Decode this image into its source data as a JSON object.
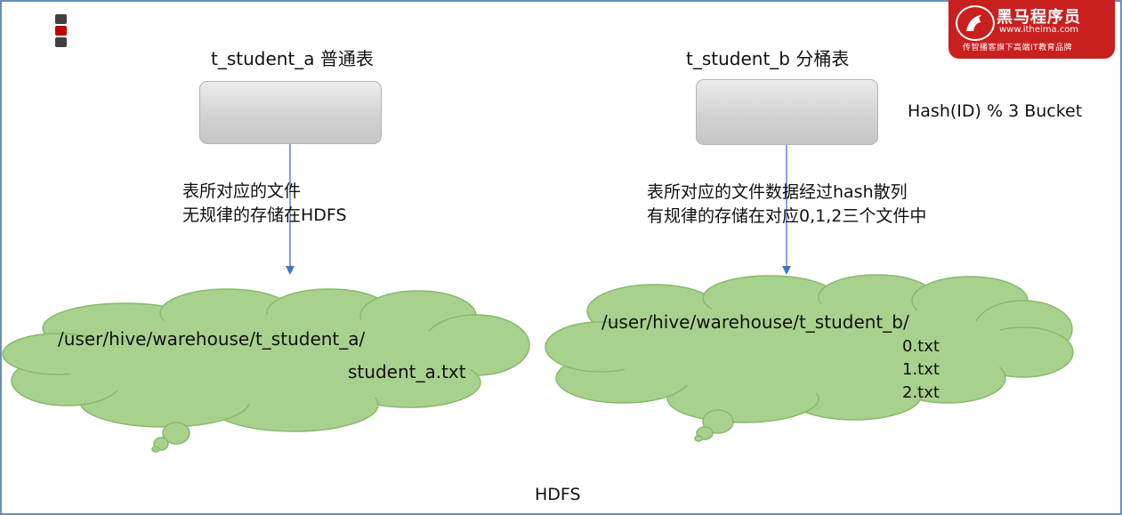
{
  "colors": {
    "cloud_fill": "#a9d18e",
    "cloud_stroke": "#86b96b",
    "arrow": "#4472c4",
    "logo_bg": "#c8201e",
    "border": "#6a8fb8"
  },
  "left": {
    "title": "t_student_a 普通表",
    "note_line1": "表所对应的文件",
    "note_line2": "无规律的存储在HDFS",
    "cloud_path": "/user/hive/warehouse/t_student_a/",
    "files": [
      "student_a.txt"
    ]
  },
  "right": {
    "title": "t_student_b 分桶表",
    "hash_label": "Hash(ID)  % 3 Bucket",
    "note_line1": "表所对应的文件数据经过hash散列",
    "note_line2": "有规律的存储在对应0,1,2三个文件中",
    "cloud_path": "/user/hive/warehouse/t_student_b/",
    "files": [
      "0.txt",
      "1.txt",
      "2.txt"
    ]
  },
  "footer": "HDFS",
  "logo": {
    "name": "黑马程序员",
    "url": "www.itheima.com",
    "slogan": "传智播客旗下高端IT教育品牌"
  }
}
